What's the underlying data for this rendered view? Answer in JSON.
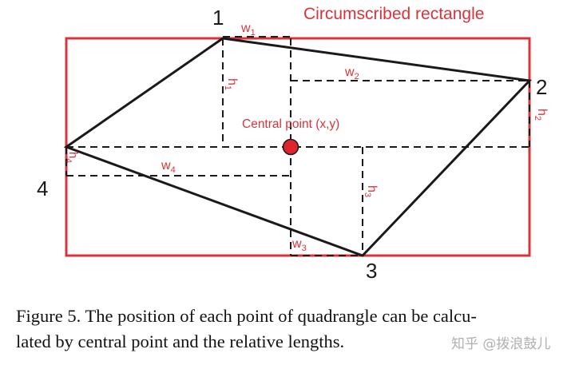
{
  "diagram": {
    "title": "Circumscribed rectangle",
    "central_point_label": "Central point (x,y)",
    "vertices": [
      {
        "label": "1"
      },
      {
        "label": "2"
      },
      {
        "label": "3"
      },
      {
        "label": "4"
      }
    ],
    "offsets": [
      {
        "w": "w",
        "w_sub": "1",
        "h": "h",
        "h_sub": "1"
      },
      {
        "w": "w",
        "w_sub": "2",
        "h": "h",
        "h_sub": "2"
      },
      {
        "w": "w",
        "w_sub": "3",
        "h": "h",
        "h_sub": "3"
      },
      {
        "w": "w",
        "w_sub": "4",
        "h": "h",
        "h_sub": "4"
      }
    ],
    "colors": {
      "rectangle": "#d9343c",
      "point_fill": "#e0242b",
      "label": "#d9343c",
      "lines": "#1a1a1a"
    }
  },
  "caption": {
    "line1": "Figure 5.   The position of each point of quadrangle can be calcu-",
    "line2": "lated by central point and the relative lengths."
  },
  "watermark": "知乎 @拨浪鼓儿"
}
